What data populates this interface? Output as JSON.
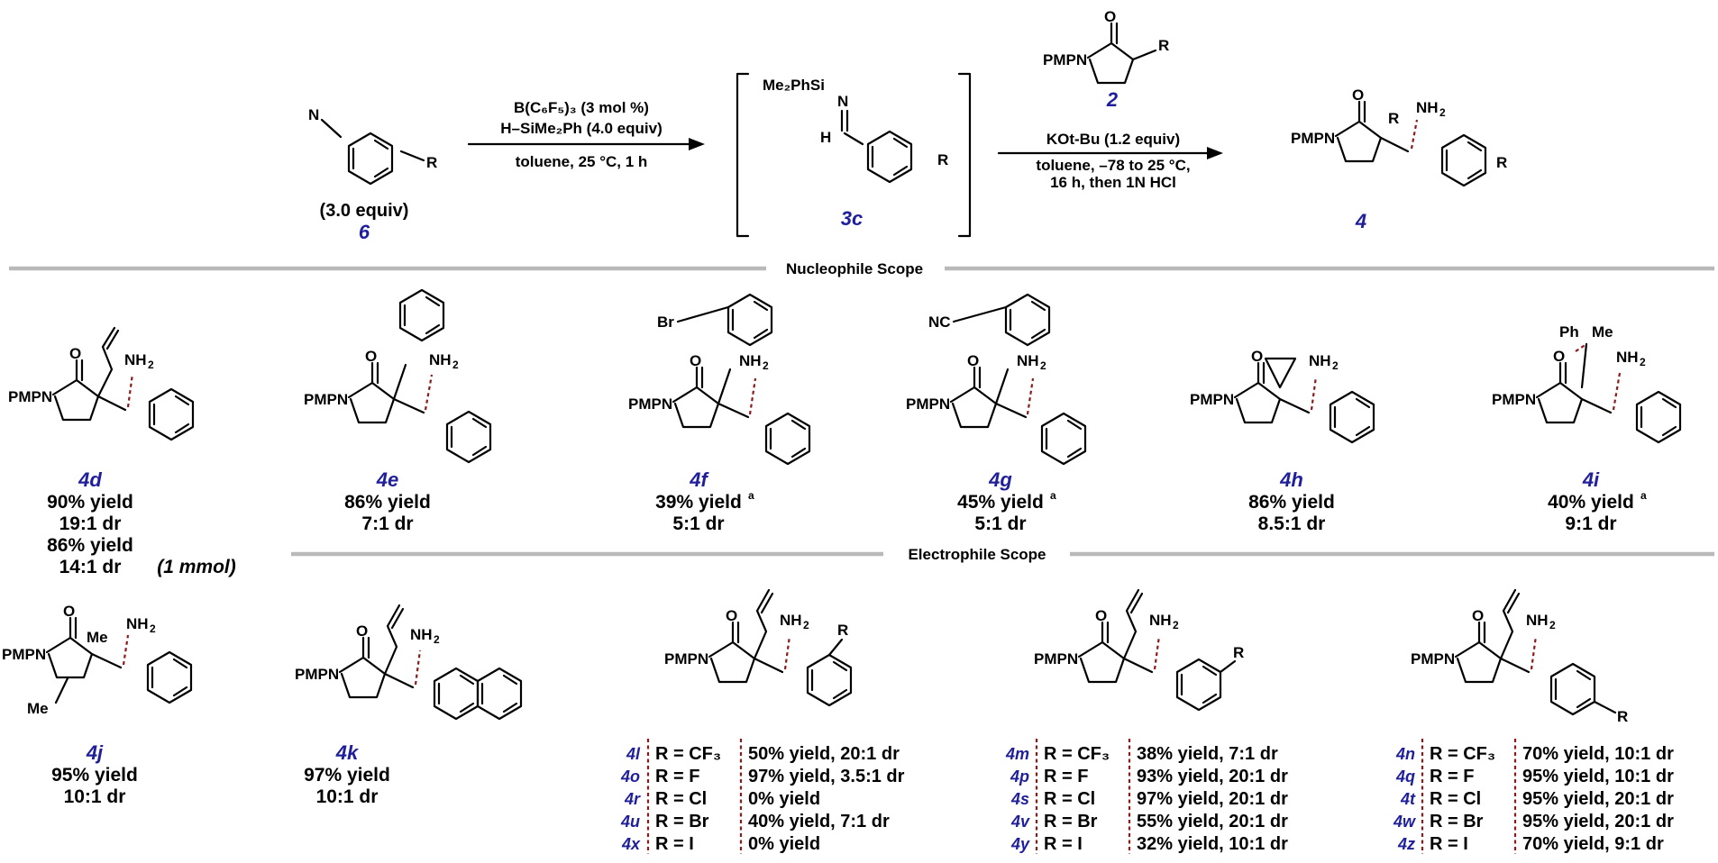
{
  "colors": {
    "label": "#1f1f9c",
    "divider": "#b9b9b9",
    "dashed_separator": "#8b1a1a"
  },
  "header": {
    "nitrile": {
      "equiv": "(3.0 equiv)",
      "label": "6"
    },
    "step1": {
      "line1": "B(C₆F₅)₃ (3 mol %)",
      "line2": "H–SiMe₂Ph (4.0 equiv)",
      "line3": "toluene, 25 °C, 1 h"
    },
    "imine": {
      "silyl": "Me₂PhSi",
      "label": "3c"
    },
    "lactam": {
      "label": "2"
    },
    "step2": {
      "line1": "KOt-Bu (1.2 equiv)",
      "line2": "toluene, –78 to 25 °C,",
      "line3": "16 h, then 1N HCl"
    },
    "product": {
      "label": "4"
    }
  },
  "sections": {
    "nucleophile": "Nucleophile Scope",
    "electrophile": "Electrophile Scope"
  },
  "nucleophile_products": [
    {
      "label": "4d",
      "lines": [
        "90% yield",
        "19:1 dr",
        "86% yield",
        "14:1 dr"
      ],
      "note": "(1 mmol)"
    },
    {
      "label": "4e",
      "lines": [
        "86% yield",
        "7:1 dr"
      ]
    },
    {
      "label": "4f",
      "lines": [
        "39% yield",
        "5:1 dr"
      ],
      "sup": "a"
    },
    {
      "label": "4g",
      "lines": [
        "45% yield",
        "5:1 dr"
      ],
      "sup": "a"
    },
    {
      "label": "4h",
      "lines": [
        "86% yield",
        "8.5:1 dr"
      ]
    },
    {
      "label": "4i",
      "lines": [
        "40% yield",
        "9:1 dr"
      ],
      "sup": "a"
    }
  ],
  "electrophile_products": [
    {
      "label": "4j",
      "lines": [
        "95% yield",
        "10:1 dr"
      ]
    },
    {
      "label": "4k",
      "lines": [
        "97% yield",
        "10:1 dr"
      ]
    }
  ],
  "tables": [
    {
      "rows": [
        {
          "label": "4l",
          "r": "R = CF₃",
          "result": "50% yield, 20:1 dr"
        },
        {
          "label": "4o",
          "r": "R = F",
          "result": "97% yield, 3.5:1 dr"
        },
        {
          "label": "4r",
          "r": "R = Cl",
          "result": "0% yield"
        },
        {
          "label": "4u",
          "r": "R = Br",
          "result": "40% yield, 7:1 dr"
        },
        {
          "label": "4x",
          "r": "R = I",
          "result": "0% yield"
        }
      ]
    },
    {
      "rows": [
        {
          "label": "4m",
          "r": "R = CF₃",
          "result": "38% yield, 7:1 dr"
        },
        {
          "label": "4p",
          "r": "R = F",
          "result": "93% yield, 20:1 dr"
        },
        {
          "label": "4s",
          "r": "R = Cl",
          "result": "97% yield, 20:1 dr"
        },
        {
          "label": "4v",
          "r": "R = Br",
          "result": "55% yield, 20:1 dr"
        },
        {
          "label": "4y",
          "r": "R = I",
          "result": "32% yield, 10:1 dr"
        }
      ]
    },
    {
      "rows": [
        {
          "label": "4n",
          "r": "R = CF₃",
          "result": "70% yield, 10:1 dr"
        },
        {
          "label": "4q",
          "r": "R = F",
          "result": "95% yield, 10:1 dr"
        },
        {
          "label": "4t",
          "r": "R = Cl",
          "result": "95% yield, 20:1 dr"
        },
        {
          "label": "4w",
          "r": "R = Br",
          "result": "95% yield, 20:1 dr"
        },
        {
          "label": "4z",
          "r": "R = I",
          "result": "70% yield, 9:1 dr"
        }
      ]
    }
  ]
}
